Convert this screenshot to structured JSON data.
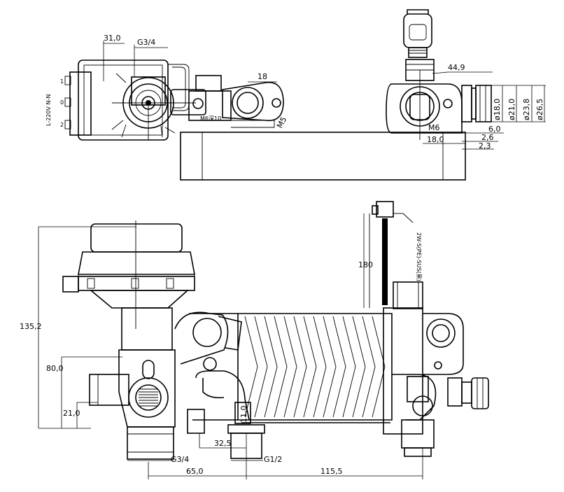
{
  "top_view": {
    "dims": {
      "d31": "31,0",
      "g34": "G3/4",
      "d18": "18",
      "m5": "M5",
      "d449": "44,9",
      "m6": "M6",
      "d180": "18,0",
      "d60": "6,0",
      "d26": "2,6",
      "d23": "2,3",
      "dia18": "ø18,0",
      "dia21": "ø21,0",
      "dia238": "ø23,8",
      "dia265": "ø26,5"
    },
    "labels": {
      "m6x10": "M6深10",
      "voltage": "L-220V N-N",
      "pin1": "1",
      "pin0": "0",
      "pin2": "2"
    }
  },
  "front_view": {
    "dims": {
      "d1352": "135,2",
      "d800": "80,0",
      "d210": "21,0",
      "d180": "180",
      "d110": "11,0",
      "d325": "32,5",
      "g34": "G3/4",
      "g12": "G1/2",
      "d650": "65,0",
      "d1155": "115,5"
    },
    "labels": {
      "cable_label": "2W-S(PE)-SUS(黑)"
    }
  }
}
